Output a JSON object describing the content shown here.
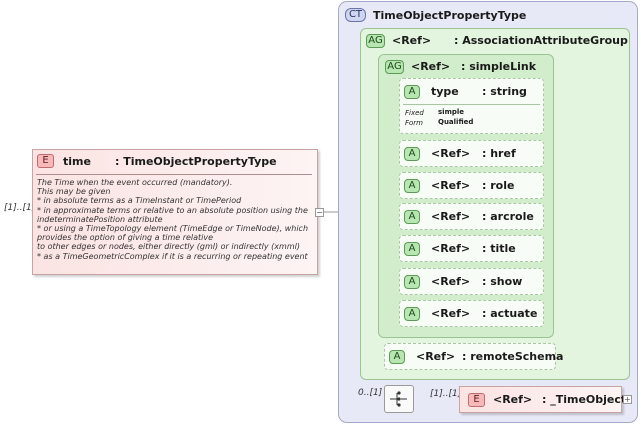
{
  "element": {
    "badge": "E",
    "name": "time",
    "type": ": TimeObjectPropertyType",
    "cardinality": "[1]..[1]",
    "doc_lines": [
      "The Time when the event occurred (mandatory).",
      "This may be given",
      "* in absolute terms as a TimeInstant or TimePeriod",
      "* in approximate terms or relative to an absolute position using the",
      "indeterminatePosition attribute",
      "* or using a TimeTopology element (TimeEdge or TimeNode), which",
      "provides the option of giving a time relative",
      "to other edges or nodes, either directly (gml) or indirectly (xmml)",
      "* as a TimeGeometricComplex if it is a recurring or repeating event"
    ]
  },
  "complex_type": {
    "badge": "CT",
    "name": "TimeObjectPropertyType"
  },
  "attribute_group": {
    "badge": "AG",
    "ref": "<Ref>",
    "name": ": AssociationAttributeGroup"
  },
  "simple_link": {
    "badge": "AG",
    "ref": "<Ref>",
    "name": ": simpleLink",
    "type_attr": {
      "badge": "A",
      "name": "type",
      "type": ": string",
      "fixed_label": "Fixed",
      "fixed_value": "simple",
      "form_label": "Form",
      "form_value": "Qualified"
    },
    "attributes": [
      {
        "badge": "A",
        "ref": "<Ref>",
        "name": ": href"
      },
      {
        "badge": "A",
        "ref": "<Ref>",
        "name": ": role"
      },
      {
        "badge": "A",
        "ref": "<Ref>",
        "name": ": arcrole"
      },
      {
        "badge": "A",
        "ref": "<Ref>",
        "name": ": title"
      },
      {
        "badge": "A",
        "ref": "<Ref>",
        "name": ": show"
      },
      {
        "badge": "A",
        "ref": "<Ref>",
        "name": ": actuate"
      }
    ]
  },
  "remote_schema": {
    "badge": "A",
    "ref": "<Ref>",
    "name": ": remoteSchema"
  },
  "sequence": {
    "cardinality": "0..[1]"
  },
  "time_object": {
    "badge": "E",
    "ref": "<Ref>",
    "name": ": _TimeObject",
    "cardinality": "[1]..[1]"
  }
}
